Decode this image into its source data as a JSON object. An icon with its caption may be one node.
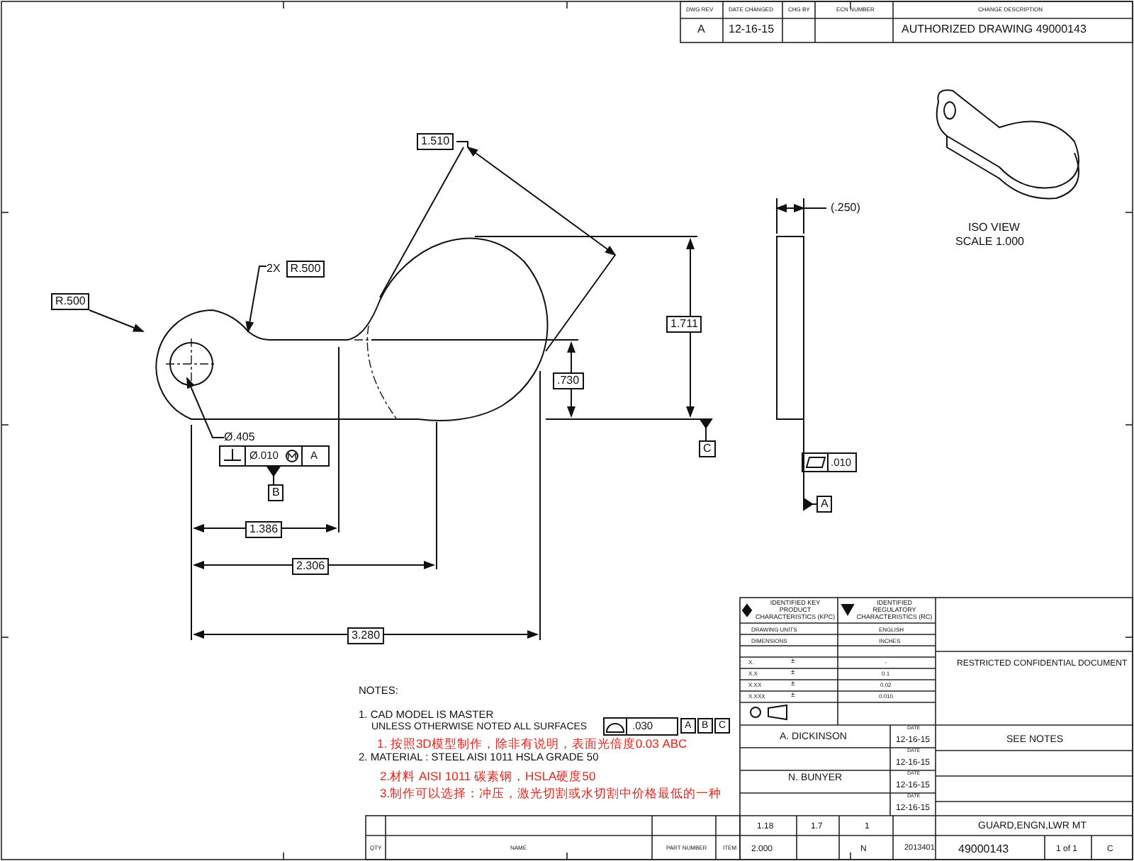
{
  "diagram": {
    "nodes": [
      {
        "text": [
          "R.500"
        ]
      },
      {
        "text": [
          "2X",
          "R.500"
        ]
      },
      {
        "text": [
          "Ø.405"
        ]
      },
      {
        "text": [],
        "shape": "picture"
      },
      {
        "text": [],
        "shape": "circle",
        "in": 3
      }
    ],
    "edges": [
      {
        "from": 0,
        "to": 3,
        "arrow": "to"
      },
      {
        "from": 1,
        "to": 3,
        "arrow": "to"
      },
      {
        "from": 2,
        "to": 4,
        "arrow": "to"
      }
    ],
    "labels": [
      "DWG REV",
      "DATE CHANGED",
      "CHG BY",
      "ECN NUMBER",
      "CHANGE DESCRIPTION",
      "A",
      "12-16-15",
      "AUTHORIZED DRAWING 49000143",
      "ISO VIEW",
      "SCALE 1.000",
      "1.510",
      "(.250)",
      "1.711",
      ".730",
      "C",
      ".010",
      "A",
      "Ø.010",
      "A",
      "B",
      "1.386",
      "2.306",
      "3.280",
      "NOTES:",
      "1. CAD MODEL IS MASTER",
      "UNLESS OTHERWISE NOTED ALL SURFACES",
      ".030",
      "A",
      "B",
      "C",
      "1. 按照3D模型制作，除非有说明，表面光倍度0.03 ABC",
      "2. MATERIAL : STEEL AISI 1011 HSLA GRADE 50",
      "2.材料 AISI 1011 碳素钢，HSLA硬度50",
      "3.制作可以选择：冲压，激光切割或水切割中价格最低的一种",
      "IDENTIFIED KEY PRODUCT CHARACTERISTICS (KPC)",
      "IDENTIFIED REGULATORY CHARACTERISTICS (RC)",
      "DRAWING UNITS",
      "ENGLISH",
      "DIMENSIONS",
      "INCHES",
      "X.",
      "±",
      "-",
      "X.X",
      "±",
      "0.1",
      "X.XX",
      "±",
      "0.02",
      "X.XXX",
      "±",
      "0.010",
      "RESTRICTED CONFIDENTIAL DOCUMENT",
      "A. DICKINSON",
      "DATE",
      "12-16-15",
      "SEE NOTES",
      "DATE",
      "12-16-15",
      "N. BUNYER",
      "DATE",
      "12-16-15",
      "DATE",
      "12-16-15",
      "1.18",
      "1.7",
      "1",
      "GUARD,ENGN,LWR MT",
      "QTY",
      "NAME",
      "PART NUMBER",
      "ITEM",
      "2.000",
      "N",
      "2013401",
      "49000143",
      "1 of 1",
      "C"
    ]
  }
}
